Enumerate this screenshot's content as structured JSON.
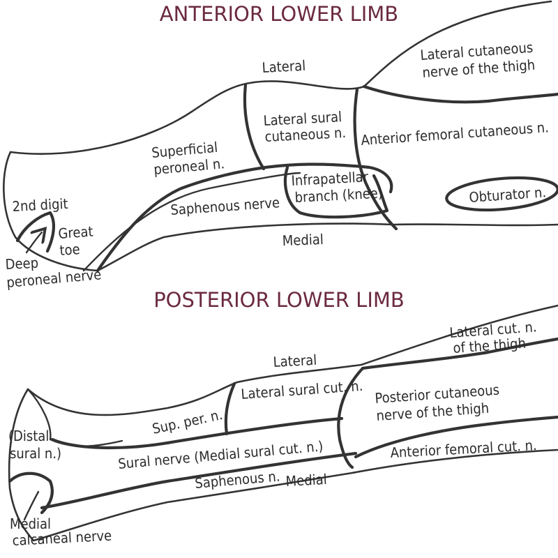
{
  "colors": {
    "title": "#6b2a3f",
    "ink": "#333333",
    "background": "#ffffff"
  },
  "anterior": {
    "title": "ANTERIOR LOWER LIMB",
    "labels": {
      "lateral": "Lateral",
      "lateral_cutaneous_1": "Lateral cutaneous",
      "lateral_cutaneous_2": "nerve of the thigh",
      "lateral_sural_1": "Lateral sural",
      "lateral_sural_2": "cutaneous n.",
      "anterior_femoral": "Anterior femoral cutaneous n.",
      "superficial_peroneal_1": "Superficial",
      "superficial_peroneal_2": "peroneal n.",
      "infrapatellar_1": "Infrapatellar",
      "infrapatellar_2": "branch (knee)",
      "obturator": "Obturator n.",
      "second_digit": "2nd digit",
      "great_toe_1": "Great",
      "great_toe_2": "toe",
      "saphenous": "Saphenous nerve",
      "medial": "Medial",
      "deep_peroneal_1": "Deep",
      "deep_peroneal_2": "peroneal nerve"
    }
  },
  "posterior": {
    "title": "POSTERIOR LOWER LIMB",
    "labels": {
      "lateral_cut_1": "Lateral cut. n.",
      "lateral_cut_2": "of the thigh",
      "lateral": "Lateral",
      "lateral_sural": "Lateral sural cut. n.",
      "posterior_cut_1": "Posterior cutaneous",
      "posterior_cut_2": "nerve of the thigh",
      "sup_per": "Sup. per. n.",
      "distal_sural_1": "(Distal",
      "distal_sural_2": "sural n.)",
      "sural_nerve": "Sural nerve  (Medial sural cut. n.)",
      "anterior_femoral": "Anterior femoral cut. n.",
      "saphenous": "Saphenous n.",
      "medial": "Medial",
      "medial_calcaneal_1": "Medial",
      "medial_calcaneal_2": "calcaneal nerve"
    }
  }
}
